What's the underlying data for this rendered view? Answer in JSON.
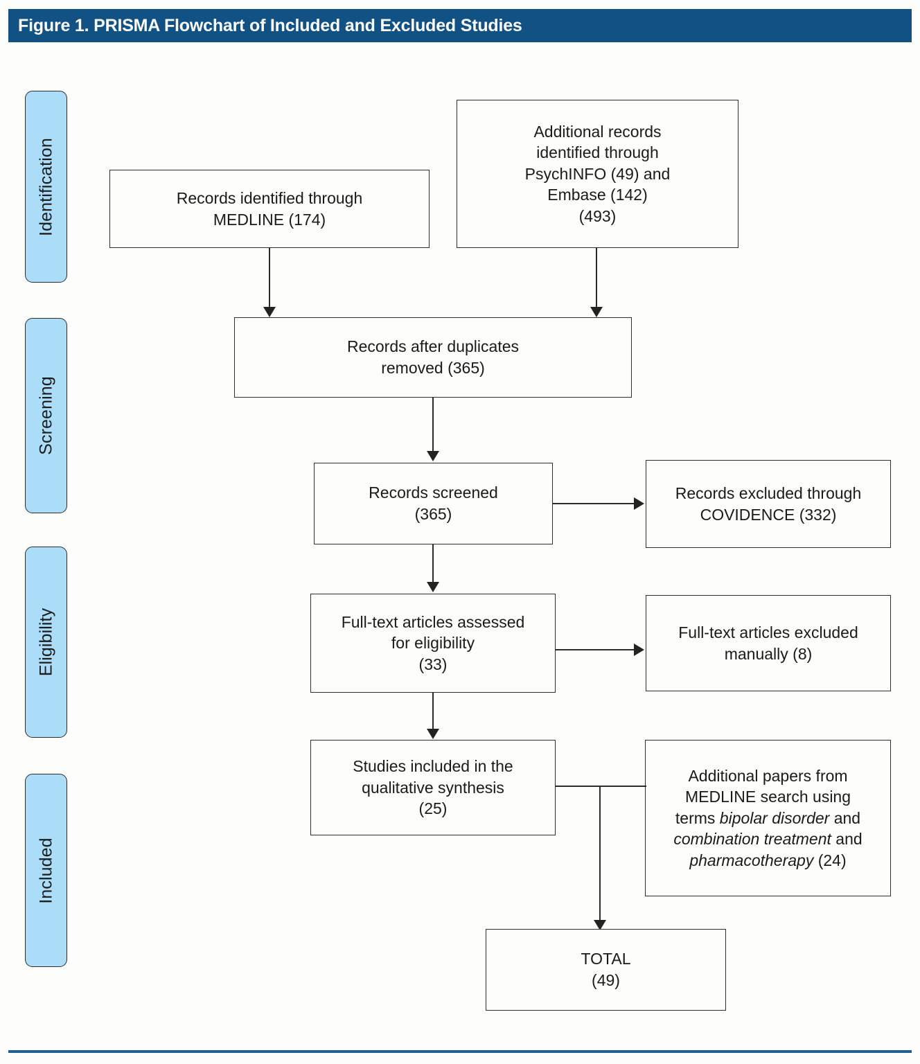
{
  "figure": {
    "title": "Figure 1. PRISMA Flowchart of Included and Excluded Studies",
    "title_bar_color": "#125183",
    "stage_label_color": "#abddf9",
    "footer_rule_color": "#1f6196",
    "box_border_color": "#2d2d2d"
  },
  "stages": [
    {
      "label": "Identification"
    },
    {
      "label": "Screening"
    },
    {
      "label": "Eligibility"
    },
    {
      "label": "Included"
    }
  ],
  "boxes": {
    "medline": {
      "line1": "Records identified through",
      "line2": "MEDLINE (174)",
      "count": 174
    },
    "additional_records": {
      "line1": "Additional records",
      "line2": "identified through",
      "line3": "PsychINFO (49) and",
      "line4": "Embase (142)",
      "line5": "(493)",
      "psychinfo_count": 49,
      "embase_count": 142,
      "total": 493
    },
    "duplicates_removed": {
      "line1": "Records after duplicates",
      "line2": "removed (365)",
      "count": 365
    },
    "records_screened": {
      "line1": "Records screened",
      "line2": "(365)",
      "count": 365
    },
    "records_excluded": {
      "line1": "Records excluded through",
      "line2": "COVIDENCE (332)",
      "count": 332
    },
    "fulltext_assessed": {
      "line1": "Full-text articles assessed",
      "line2": "for eligibility",
      "line3": "(33)",
      "count": 33
    },
    "fulltext_excluded": {
      "line1": "Full-text articles excluded",
      "line2": "manually (8)",
      "count": 8
    },
    "studies_included": {
      "line1": "Studies included in the",
      "line2": "qualitative synthesis",
      "line3": "(25)",
      "count": 25
    },
    "additional_papers": {
      "line1": "Additional papers from",
      "line2": "MEDLINE search using",
      "line3_pre": "terms ",
      "line3_em": "bipolar disorder",
      "line3_post": " and",
      "line4_em": "combination treatment",
      "line4_post": " and",
      "line5_em": "pharmacotherapy",
      "line5_post": " (24)",
      "count": 24
    },
    "total": {
      "line1": "TOTAL",
      "line2": "(49)",
      "count": 49
    }
  },
  "chart_data": {
    "type": "diagram",
    "title": "Figure 1. PRISMA Flowchart of Included and Excluded Studies",
    "diagram_kind": "PRISMA flow diagram",
    "stages": [
      "Identification",
      "Screening",
      "Eligibility",
      "Included"
    ],
    "nodes": [
      {
        "id": "medline",
        "stage": "Identification",
        "text": "Records identified through MEDLINE (174)",
        "value": 174
      },
      {
        "id": "additional_records",
        "stage": "Identification",
        "text": "Additional records identified through PsychINFO (49) and Embase (142) (493)",
        "value": 493
      },
      {
        "id": "duplicates_removed",
        "stage": "Screening",
        "text": "Records after duplicates removed (365)",
        "value": 365
      },
      {
        "id": "records_screened",
        "stage": "Screening",
        "text": "Records screened (365)",
        "value": 365
      },
      {
        "id": "records_excluded",
        "stage": "Screening",
        "text": "Records excluded through COVIDENCE (332)",
        "value": 332
      },
      {
        "id": "fulltext_assessed",
        "stage": "Eligibility",
        "text": "Full-text articles assessed for eligibility (33)",
        "value": 33
      },
      {
        "id": "fulltext_excluded",
        "stage": "Eligibility",
        "text": "Full-text articles excluded manually (8)",
        "value": 8
      },
      {
        "id": "studies_included",
        "stage": "Included",
        "text": "Studies included in the qualitative synthesis (25)",
        "value": 25
      },
      {
        "id": "additional_papers",
        "stage": "Included",
        "text": "Additional papers from MEDLINE search using terms bipolar disorder and combination treatment and pharmacotherapy (24)",
        "value": 24
      },
      {
        "id": "total",
        "stage": "Included",
        "text": "TOTAL (49)",
        "value": 49
      }
    ],
    "edges": [
      {
        "from": "medline",
        "to": "duplicates_removed"
      },
      {
        "from": "additional_records",
        "to": "duplicates_removed"
      },
      {
        "from": "duplicates_removed",
        "to": "records_screened"
      },
      {
        "from": "records_screened",
        "to": "records_excluded"
      },
      {
        "from": "records_screened",
        "to": "fulltext_assessed"
      },
      {
        "from": "fulltext_assessed",
        "to": "fulltext_excluded"
      },
      {
        "from": "fulltext_assessed",
        "to": "studies_included"
      },
      {
        "from": "studies_included",
        "to": "total"
      },
      {
        "from": "additional_papers",
        "to": "total"
      }
    ]
  }
}
